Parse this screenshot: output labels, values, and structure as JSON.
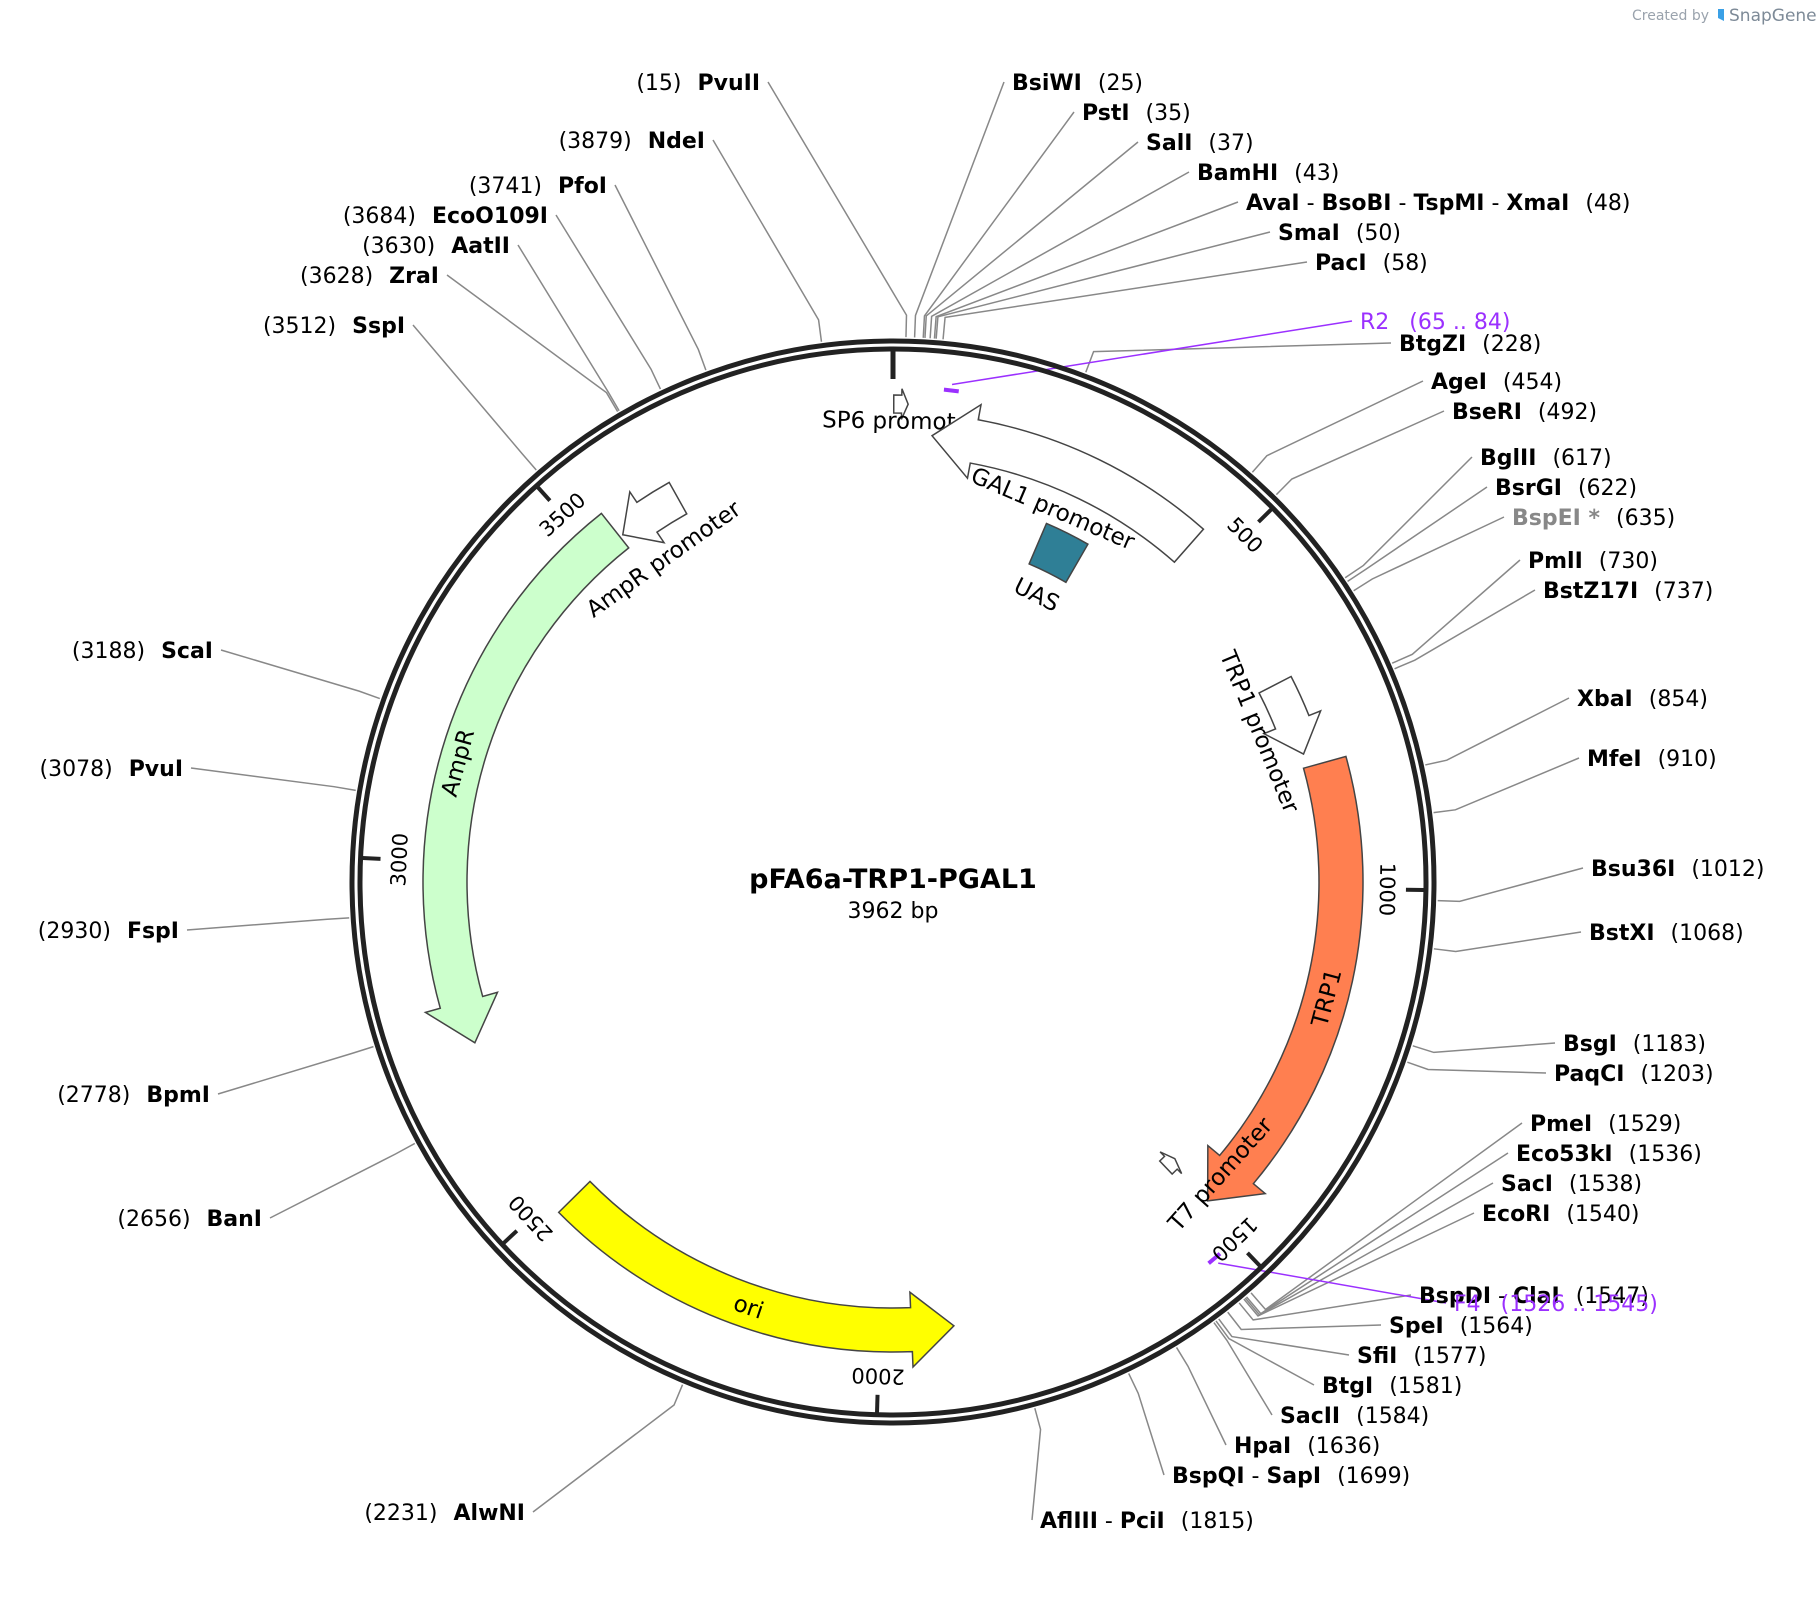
{
  "credit": {
    "prefix": "Created by",
    "brand": "SnapGene"
  },
  "plasmid": {
    "name": "pFA6a-TRP1-PGAL1",
    "size": "3962 bp",
    "length": 3962
  },
  "ticks": [
    {
      "pos": 500,
      "label": "500"
    },
    {
      "pos": 1000,
      "label": "1000"
    },
    {
      "pos": 1500,
      "label": "1500"
    },
    {
      "pos": 2000,
      "label": "2000"
    },
    {
      "pos": 2500,
      "label": "2500"
    },
    {
      "pos": 3000,
      "label": "3000"
    },
    {
      "pos": 3500,
      "label": "3500"
    }
  ],
  "features": [
    {
      "id": "sp6",
      "label": "SP6 promoter",
      "start": 1,
      "end": 20,
      "strand": 1,
      "color": "#ffffff"
    },
    {
      "id": "gal1",
      "label": "GAL1 promoter",
      "start": 55,
      "end": 455,
      "strand": -1,
      "color": "#ffffff"
    },
    {
      "id": "uas",
      "label": "UAS",
      "start": 255,
      "end": 330,
      "strand": 0,
      "color": "#2f7f96"
    },
    {
      "id": "trp1p",
      "label": "TRP1 promoter",
      "start": 690,
      "end": 800,
      "strand": 1,
      "color": "#ffffff"
    },
    {
      "id": "trp1",
      "label": "TRP1",
      "start": 820,
      "end": 1490,
      "strand": 1,
      "color": "#ff7f50"
    },
    {
      "id": "t7",
      "label": "T7 promoter",
      "start": 1480,
      "end": 1500,
      "strand": -1,
      "color": "#ffffff"
    },
    {
      "id": "ori",
      "label": "ori",
      "start": 1895,
      "end": 2480,
      "strand": -1,
      "color": "#ffff00"
    },
    {
      "id": "ampr",
      "label": "AmpR",
      "start": 2740,
      "end": 3540,
      "strand": -1,
      "color": "#ccffcc"
    },
    {
      "id": "amprp",
      "label": "AmpR promoter",
      "start": 3545,
      "end": 3640,
      "strand": -1,
      "color": "#ffffff"
    }
  ],
  "enzymes": [
    {
      "pos": 15,
      "names": [
        "PvuII"
      ],
      "pos_label": "(15)"
    },
    {
      "pos": 25,
      "names": [
        "BsiWI"
      ],
      "pos_label": "(25)"
    },
    {
      "pos": 35,
      "names": [
        "PstI"
      ],
      "pos_label": "(35)"
    },
    {
      "pos": 37,
      "names": [
        "SalI"
      ],
      "pos_label": "(37)"
    },
    {
      "pos": 43,
      "names": [
        "BamHI"
      ],
      "pos_label": "(43)"
    },
    {
      "pos": 48,
      "names": [
        "AvaI",
        "BsoBI",
        "TspMI",
        "XmaI"
      ],
      "pos_label": "(48)"
    },
    {
      "pos": 50,
      "names": [
        "SmaI"
      ],
      "pos_label": "(50)"
    },
    {
      "pos": 58,
      "names": [
        "PacI"
      ],
      "pos_label": "(58)"
    },
    {
      "pos": 228,
      "names": [
        "BtgZI"
      ],
      "pos_label": "(228)"
    },
    {
      "pos": 454,
      "names": [
        "AgeI"
      ],
      "pos_label": "(454)"
    },
    {
      "pos": 492,
      "names": [
        "BseRI"
      ],
      "pos_label": "(492)"
    },
    {
      "pos": 617,
      "names": [
        "BglII"
      ],
      "pos_label": "(617)"
    },
    {
      "pos": 622,
      "names": [
        "BsrGI"
      ],
      "pos_label": "(622)"
    },
    {
      "pos": 635,
      "names": [
        "BspEI *"
      ],
      "pos_label": "(635)",
      "grey": true
    },
    {
      "pos": 730,
      "names": [
        "PmlI"
      ],
      "pos_label": "(730)"
    },
    {
      "pos": 737,
      "names": [
        "BstZ17I"
      ],
      "pos_label": "(737)"
    },
    {
      "pos": 854,
      "names": [
        "XbaI"
      ],
      "pos_label": "(854)"
    },
    {
      "pos": 910,
      "names": [
        "MfeI"
      ],
      "pos_label": "(910)"
    },
    {
      "pos": 1012,
      "names": [
        "Bsu36I"
      ],
      "pos_label": "(1012)"
    },
    {
      "pos": 1068,
      "names": [
        "BstXI"
      ],
      "pos_label": "(1068)"
    },
    {
      "pos": 1183,
      "names": [
        "BsgI"
      ],
      "pos_label": "(1183)"
    },
    {
      "pos": 1203,
      "names": [
        "PaqCI"
      ],
      "pos_label": "(1203)"
    },
    {
      "pos": 1529,
      "names": [
        "PmeI"
      ],
      "pos_label": "(1529)"
    },
    {
      "pos": 1536,
      "names": [
        "Eco53kI"
      ],
      "pos_label": "(1536)"
    },
    {
      "pos": 1538,
      "names": [
        "SacI"
      ],
      "pos_label": "(1538)"
    },
    {
      "pos": 1540,
      "names": [
        "EcoRI"
      ],
      "pos_label": "(1540)"
    },
    {
      "pos": 1547,
      "names": [
        "BspDI",
        "ClaI"
      ],
      "pos_label": "(1547)"
    },
    {
      "pos": 1564,
      "names": [
        "SpeI"
      ],
      "pos_label": "(1564)"
    },
    {
      "pos": 1577,
      "names": [
        "SfiI"
      ],
      "pos_label": "(1577)"
    },
    {
      "pos": 1581,
      "names": [
        "BtgI"
      ],
      "pos_label": "(1581)"
    },
    {
      "pos": 1584,
      "names": [
        "SacII"
      ],
      "pos_label": "(1584)"
    },
    {
      "pos": 1636,
      "names": [
        "HpaI"
      ],
      "pos_label": "(1636)"
    },
    {
      "pos": 1699,
      "names": [
        "BspQI",
        "SapI"
      ],
      "pos_label": "(1699)"
    },
    {
      "pos": 1815,
      "names": [
        "AflIII",
        "PciI"
      ],
      "pos_label": "(1815)"
    },
    {
      "pos": 2231,
      "names": [
        "AlwNI"
      ],
      "pos_label": "(2231)"
    },
    {
      "pos": 2656,
      "names": [
        "BanI"
      ],
      "pos_label": "(2656)"
    },
    {
      "pos": 2778,
      "names": [
        "BpmI"
      ],
      "pos_label": "(2778)"
    },
    {
      "pos": 2930,
      "names": [
        "FspI"
      ],
      "pos_label": "(2930)"
    },
    {
      "pos": 3078,
      "names": [
        "PvuI"
      ],
      "pos_label": "(3078)"
    },
    {
      "pos": 3188,
      "names": [
        "ScaI"
      ],
      "pos_label": "(3188)"
    },
    {
      "pos": 3512,
      "names": [
        "SspI"
      ],
      "pos_label": "(3512)"
    },
    {
      "pos": 3628,
      "names": [
        "ZraI"
      ],
      "pos_label": "(3628)"
    },
    {
      "pos": 3630,
      "names": [
        "AatII"
      ],
      "pos_label": "(3630)"
    },
    {
      "pos": 3684,
      "names": [
        "EcoO109I"
      ],
      "pos_label": "(3684)"
    },
    {
      "pos": 3741,
      "names": [
        "PfoI"
      ],
      "pos_label": "(3741)"
    },
    {
      "pos": 3879,
      "names": [
        "NdeI"
      ],
      "pos_label": "(3879)"
    }
  ],
  "primers": [
    {
      "name": "R2",
      "range": "(65 .. 84)",
      "start": 65,
      "end": 84,
      "color": "#9b30ff"
    },
    {
      "name": "F4",
      "range": "(1526 .. 1545)",
      "start": 1526,
      "end": 1545,
      "color": "#9b30ff"
    }
  ]
}
